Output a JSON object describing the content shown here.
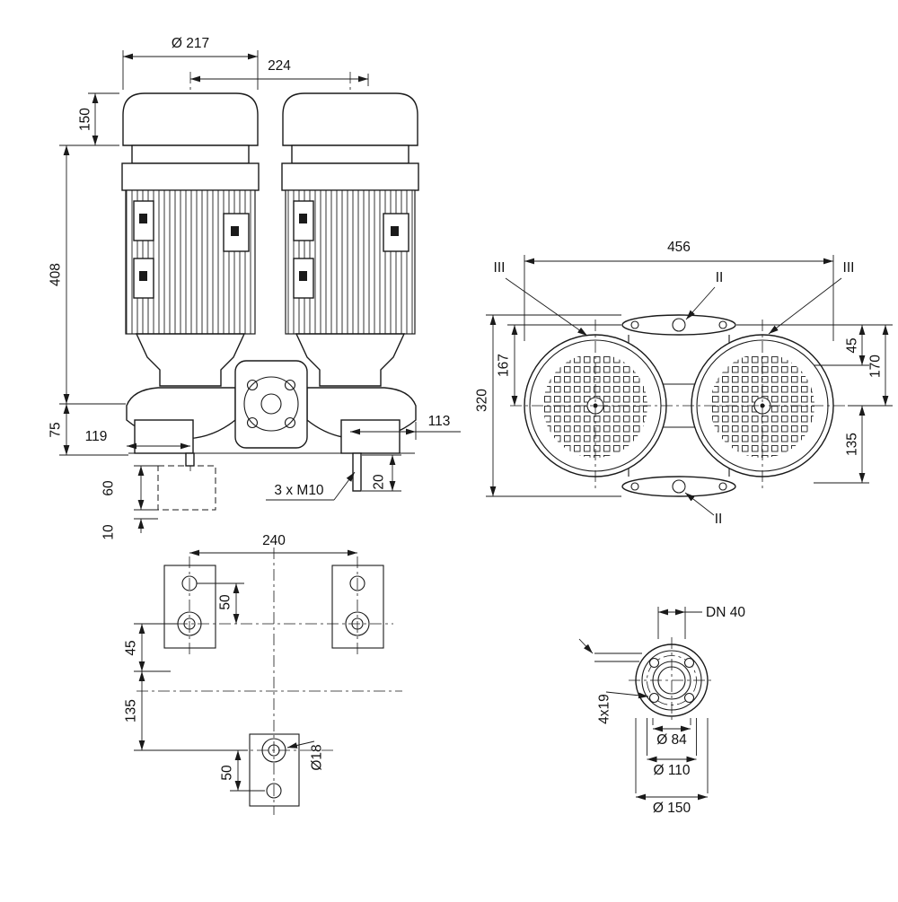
{
  "colors": {
    "line": "#1a1a1a",
    "background": "#ffffff"
  },
  "front": {
    "dia217": "Ø 217",
    "w224": "224",
    "h150": "150",
    "h408": "408",
    "h75": "75",
    "w119": "119",
    "w113": "113",
    "h60": "60",
    "h10": "10",
    "bolts": "3 x M10",
    "h20": "20"
  },
  "plan": {
    "w456": "456",
    "sec_iii_left": "III",
    "sec_iii_right": "III",
    "sec_ii_top": "II",
    "sec_ii_bottom": "II",
    "h167": "167",
    "h320": "320",
    "h45": "45",
    "h170": "170",
    "h135": "135"
  },
  "base": {
    "w240": "240",
    "s50_top": "50",
    "s45": "45",
    "s135": "135",
    "s50_bottom": "50",
    "dia18": "Ø18"
  },
  "flange": {
    "dn": "DN 40",
    "holes": "4x19",
    "dia84": "Ø 84",
    "dia110": "Ø 110",
    "dia150": "Ø 150"
  }
}
